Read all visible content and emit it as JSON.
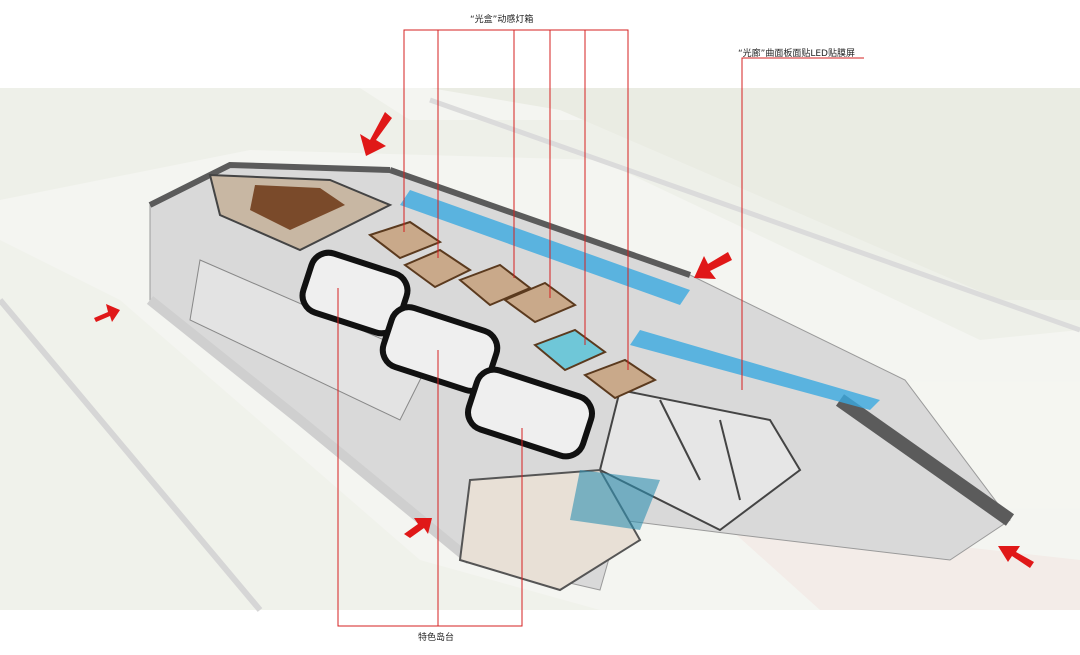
{
  "annotations": {
    "lightbox": "“光盒”动感灯箱",
    "led_corridor": "“光廊”曲面板面贴LED贴膜屏",
    "island_counter": "特色岛台"
  },
  "colors": {
    "leader_line": "#d62020",
    "arrow": "#e01818",
    "floor": "#d9d9d9",
    "wall": "#5b5b5b",
    "glass": "#3aa9e0",
    "wood": "#8a5a36",
    "counter_dark": "#111111",
    "context": "#eef0ea"
  }
}
